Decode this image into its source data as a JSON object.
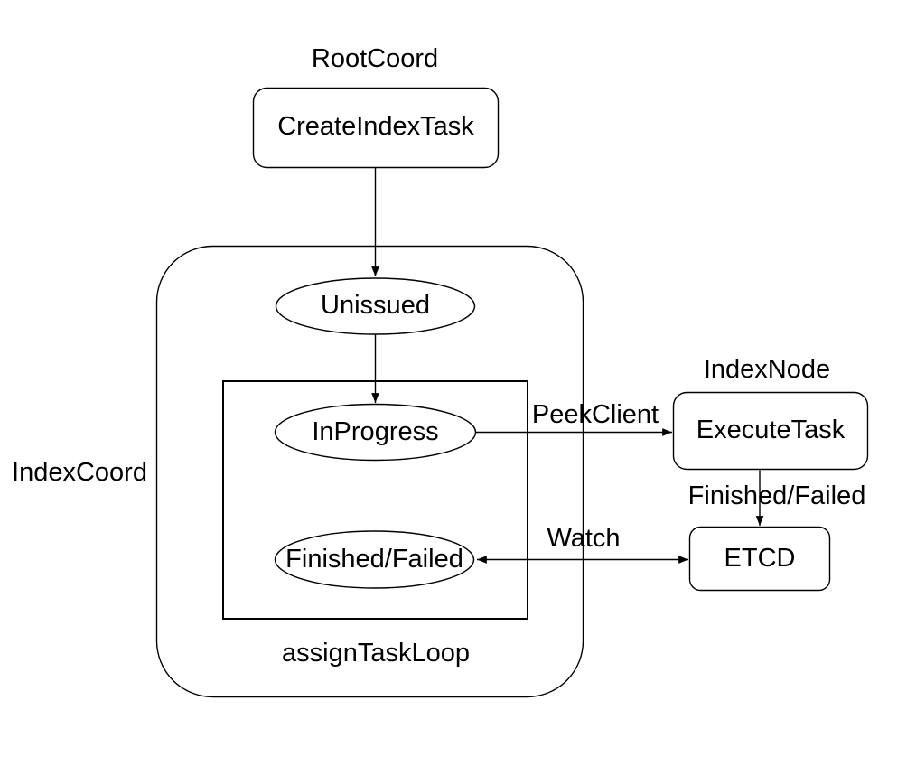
{
  "diagram": {
    "groups": {
      "root_coord": "RootCoord",
      "index_coord": "IndexCoord",
      "index_node": "IndexNode",
      "assign_task_loop": "assignTaskLoop"
    },
    "nodes": {
      "create_index_task": "CreateIndexTask",
      "unissued": "Unissued",
      "in_progress": "InProgress",
      "finished_failed": "Finished/Failed",
      "execute_task": "ExecuteTask",
      "etcd": "ETCD"
    },
    "edges": {
      "peek_client": "PeekClient",
      "finished_failed": "Finished/Failed",
      "watch": "Watch"
    }
  },
  "colors": {
    "stroke": "#000000",
    "background": "#ffffff",
    "text": "#000000"
  }
}
